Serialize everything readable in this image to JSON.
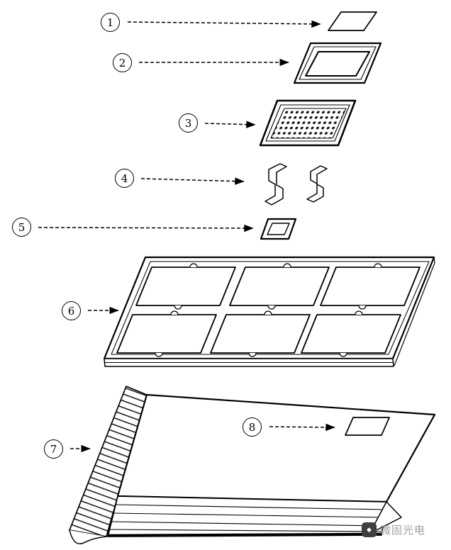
{
  "figure": {
    "background_color": "#ffffff",
    "line_color": "#000000",
    "style": "black-and-white exploded assembly line drawing with numbered callouts"
  },
  "callouts": [
    {
      "number": "1"
    },
    {
      "number": "2"
    },
    {
      "number": "3"
    },
    {
      "number": "4"
    },
    {
      "number": "5"
    },
    {
      "number": "6"
    },
    {
      "number": "7"
    },
    {
      "number": "8"
    }
  ],
  "watermark": {
    "text": "微固光电",
    "color": "#9e9e9e",
    "logo_glyph": "◆"
  }
}
